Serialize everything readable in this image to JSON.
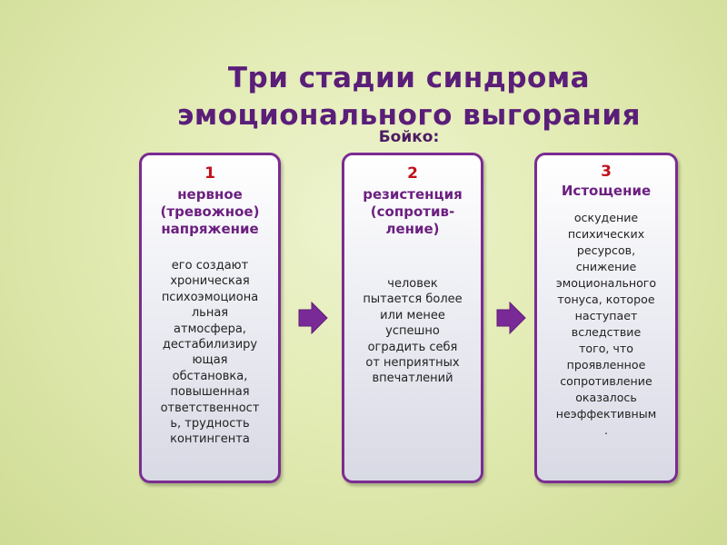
{
  "slide": {
    "title_line1": "Три стадии синдрома",
    "title_line2": "эмоционального выгорания",
    "subtitle": "Бойко:"
  },
  "stages": [
    {
      "number": "1",
      "name": "нервное\n(тревожное)\nнапряжение",
      "description": "его создают\nхроническая\nпсихоэмоциона\nльная\nатмосфера,\nдестабилизиру\nющая\nобстановка,\nповышенная\nответственност\nь, трудность\nконтингента"
    },
    {
      "number": "2",
      "name": "резистенция\n(сопротив-\nление)",
      "description": "человек\nпытается более\nили менее\nуспешно\nоградить себя\nот неприятных\nвпечатлений"
    },
    {
      "number": "3",
      "name": "Истощение",
      "description": "оскудение\nпсихических\nресурсов,\nснижение\nэмоционального\nтонуса, которое\nнаступает\nвследствие\nтого, что\nпроявленное\nсопротивление\nоказалось\nнеэффективным\n."
    }
  ],
  "colors": {
    "title": "#5a1e79",
    "stage_number": "#c2111b",
    "stage_name": "#6b1f7f",
    "card_border": "#7b2c91",
    "arrow": "#7a2a96"
  },
  "icons": {
    "arrow_1": "right-arrow-icon",
    "arrow_2": "right-arrow-icon"
  }
}
